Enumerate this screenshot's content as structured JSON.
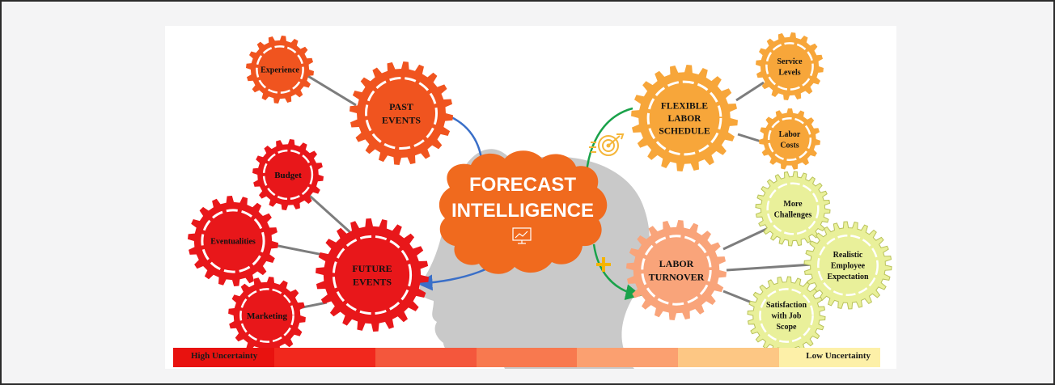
{
  "center": {
    "line1": "FORECAST",
    "line2": "INTELLIGENCE",
    "icon": "computer-chart-icon"
  },
  "gears": {
    "past_events": {
      "line1": "PAST",
      "line2": "EVENTS"
    },
    "experience": {
      "label": "Experience"
    },
    "future_events": {
      "line1": "FUTURE",
      "line2": "EVENTS"
    },
    "budget": {
      "label": "Budget"
    },
    "eventualities": {
      "label": "Eventualities"
    },
    "marketing": {
      "label": "Marketing"
    },
    "flexible_schedule": {
      "line1": "FLEXIBLE",
      "line2": "LABOR",
      "line3": "SCHEDULE"
    },
    "service_levels": {
      "line1": "Service",
      "line2": "Levels"
    },
    "labor_costs": {
      "line1": "Labor",
      "line2": "Costs"
    },
    "labor_turnover": {
      "line1": "LABOR",
      "line2": "TURNOVER"
    },
    "more_challenges": {
      "line1": "More",
      "line2": "Challenges"
    },
    "realistic_expectation": {
      "line1": "Realistic",
      "line2": "Employee",
      "line3": "Expectation"
    },
    "satisfaction": {
      "line1": "Satisfaction",
      "line2": "with Job",
      "line3": "Scope"
    }
  },
  "icons": {
    "target": "target-icon",
    "plus": "plus-icon"
  },
  "uncertainty_bar": {
    "left_label": "High Uncertainty",
    "right_label": "Low Uncertainty",
    "colors": [
      "#e8120f",
      "#f1281d",
      "#f4573c",
      "#f8794f",
      "#fba070",
      "#fdc784",
      "#fdf0a8"
    ]
  },
  "colors": {
    "red_gear": "#e8171a",
    "orange_red_gear": "#f0541f",
    "orange_gear": "#f7a63a",
    "salmon_gear": "#f9a47a",
    "yellow_gear": "#e9f09a",
    "cloud": "#f06a1e",
    "head": "#c9c9c9",
    "blue_arrow": "#3a6fc8",
    "green_arrow": "#1aa24a"
  }
}
